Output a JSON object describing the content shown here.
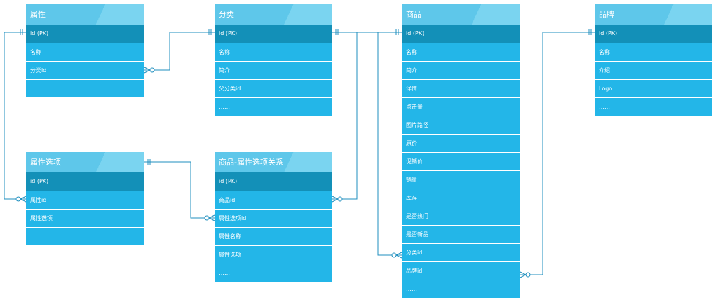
{
  "entities": {
    "attr": {
      "title": "属性",
      "fields": [
        "id (PK)",
        "名称",
        "分类id",
        "……"
      ]
    },
    "category": {
      "title": "分类",
      "fields": [
        "id (PK)",
        "名称",
        "简介",
        "父分类id",
        "……"
      ]
    },
    "product": {
      "title": "商品",
      "fields": [
        "id (PK)",
        "名称",
        "简介",
        "详情",
        "点击量",
        "图片路径",
        "原价",
        "促销价",
        "销量",
        "库存",
        "是否热门",
        "是否新品",
        "分类id",
        "品牌id",
        "……"
      ]
    },
    "brand": {
      "title": "品牌",
      "fields": [
        "id (PK)",
        "名称",
        "介绍",
        "Logo",
        "……"
      ]
    },
    "attr_option": {
      "title": "属性选项",
      "fields": [
        "id (PK)",
        "属性id",
        "属性选项",
        "……"
      ]
    },
    "product_attr_rel": {
      "title": "商品-属性选项关系",
      "fields": [
        "id (PK)",
        "商品id",
        "属性选项id",
        "属性名称",
        "属性选项",
        "……"
      ]
    }
  },
  "colors": {
    "header": "#5ec7ea",
    "pk_row": "#1390b8",
    "row": "#23b6e8",
    "line": "#1f8fbf"
  }
}
